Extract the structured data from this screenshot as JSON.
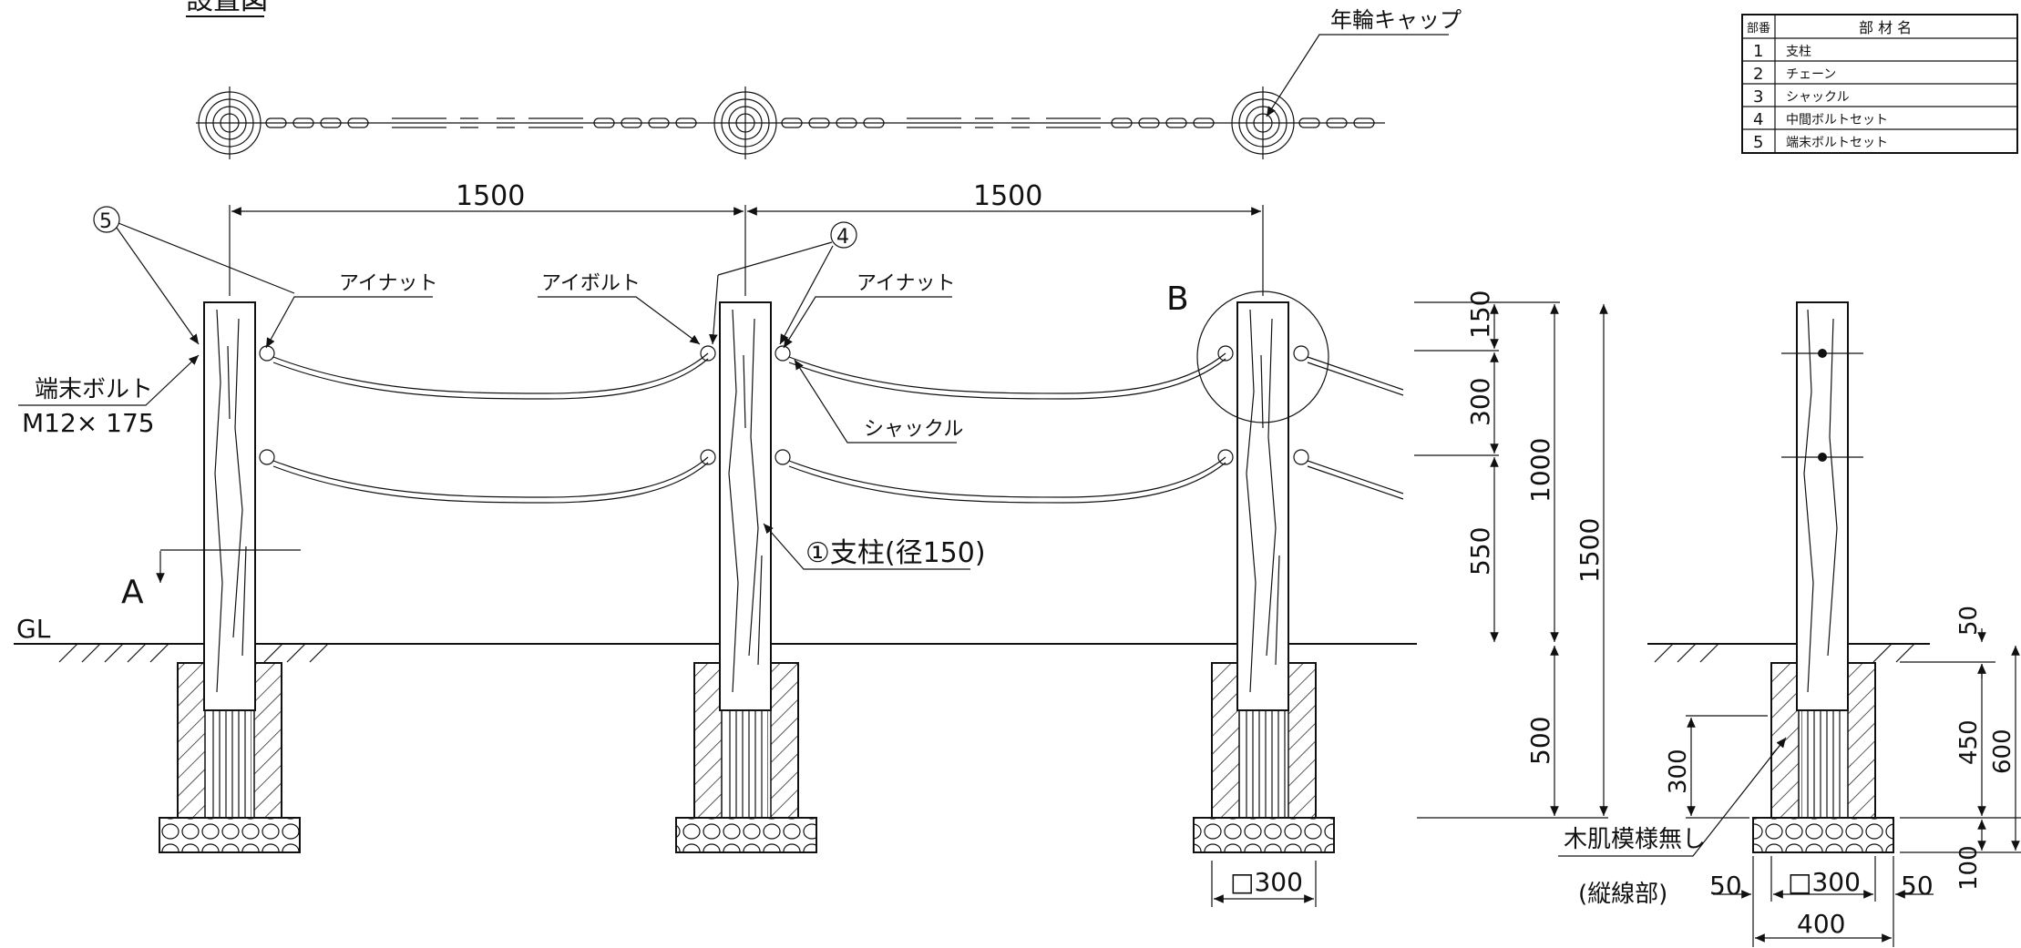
{
  "title": "設置図",
  "labels": {
    "cap": "年輪キャップ",
    "eye_nut_left": "アイナット",
    "eye_bolt": "アイボルト",
    "eye_nut_center": "アイナット",
    "shackle": "シャックル",
    "end_bolt": "端末ボルト",
    "end_bolt_size": "M12× 175",
    "post": "①支柱(径150)",
    "no_grain_1": "木肌模様無し",
    "no_grain_2": "(縦線部)",
    "gl": "GL",
    "view_a": "A",
    "view_b": "B",
    "callout_5": "5",
    "callout_4": "4"
  },
  "dimensions": {
    "span_1": "1500",
    "span_2": "1500",
    "d150": "150",
    "d300": "300",
    "d550": "550",
    "d1000": "1000",
    "d1500": "1500",
    "d500": "500",
    "d300_footing": "□300",
    "side_d50": "50",
    "side_d450": "450",
    "side_d600": "600",
    "side_d100": "100",
    "side_d300": "300",
    "side_b50_left": "50",
    "side_b300": "□300",
    "side_b50_right": "50",
    "side_b400": "400"
  },
  "parts_table": {
    "headers": [
      "部番",
      "部 材 名"
    ],
    "rows": [
      [
        "1",
        "支柱"
      ],
      [
        "2",
        "チェーン"
      ],
      [
        "3",
        "シャックル"
      ],
      [
        "4",
        "中間ボルトセット"
      ],
      [
        "5",
        "端末ボルトセット"
      ]
    ]
  }
}
